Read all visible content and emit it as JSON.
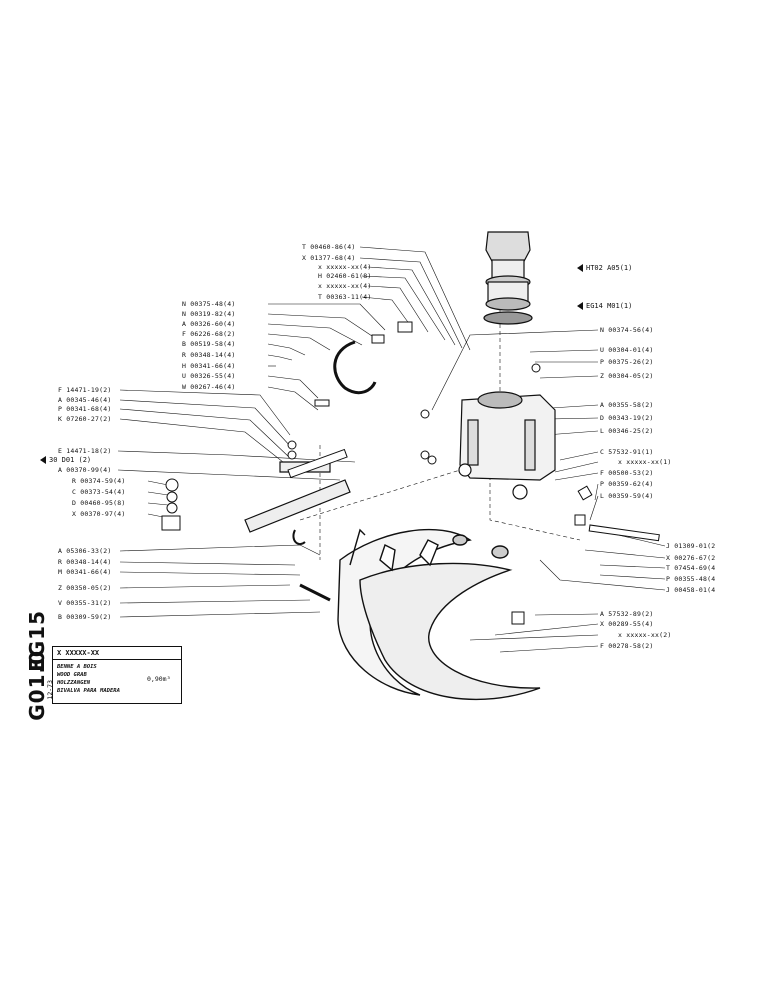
{
  "sheet": {
    "group_code": "EG15",
    "page_code": "G01.0",
    "date": "12-73",
    "part_number": "X XXXXX-XX",
    "description_lines": [
      "BENNE A BOIS",
      "WOOD GRAB",
      "HOLZZANGEN",
      "BIVALVA PARA MADERA"
    ],
    "capacity": "0,90m³"
  },
  "references": [
    "HT02 A05(1)",
    "EG14 M01(1)",
    "30 D01 (2)"
  ],
  "labels_top": [
    "T 00460-86(4)",
    "X 01377-68(4)",
    "x xxxxx-xx(4)",
    "H 02460-61(8)",
    "x xxxxx-xx(4)",
    "T 00363-11(4)"
  ],
  "labels_left": [
    "N 00375-48(4)",
    "N 00319-82(4)",
    "A 00326-60(4)",
    "F 06226-68(2)",
    "B 00519-58(4)",
    "R 00348-14(4)",
    "H 00341-66(4)",
    "U 00326-55(4)",
    "W 00267-46(4)"
  ],
  "labels_left2": [
    "F 14471-19(2)",
    "A 00345-46(4)",
    "P 00341-68(4)",
    "K 07260-27(2)"
  ],
  "labels_left3": [
    "E 14471-18(2)",
    "A 00370-99(4)",
    "R 00374-59(4)",
    "C 00373-54(4)",
    "D 00460-95(8)",
    "X 00370-97(4)"
  ],
  "labels_left4": [
    "A 05306-33(2)",
    "R 00348-14(4)",
    "M 00341-66(4)",
    "Z 00350-05(2)",
    "V 00355-31(2)",
    "B 00309-59(2)"
  ],
  "labels_right1": [
    "N 00374-56(4)",
    "U 00304-01(4)",
    "P 00375-26(2)",
    "Z 00304-05(2)"
  ],
  "labels_right2": [
    "A 00355-58(2)",
    "D 00343-19(2)",
    "L 00346-25(2)",
    "C 57532-91(1)",
    "x xxxxx-xx(1)",
    "F 00500-53(2)",
    "P 00359-62(4)",
    "L 00359-59(4)"
  ],
  "labels_right3": [
    "J 01309-01(2",
    "X 00276-67(2",
    "T 07454-69(4",
    "P 00355-48(4",
    "J 00458-01(4"
  ],
  "labels_right4": [
    "A 57532-89(2)",
    "X 00289-55(4)",
    "x xxxxx-xx(2)",
    "F 00278-58(2)"
  ]
}
